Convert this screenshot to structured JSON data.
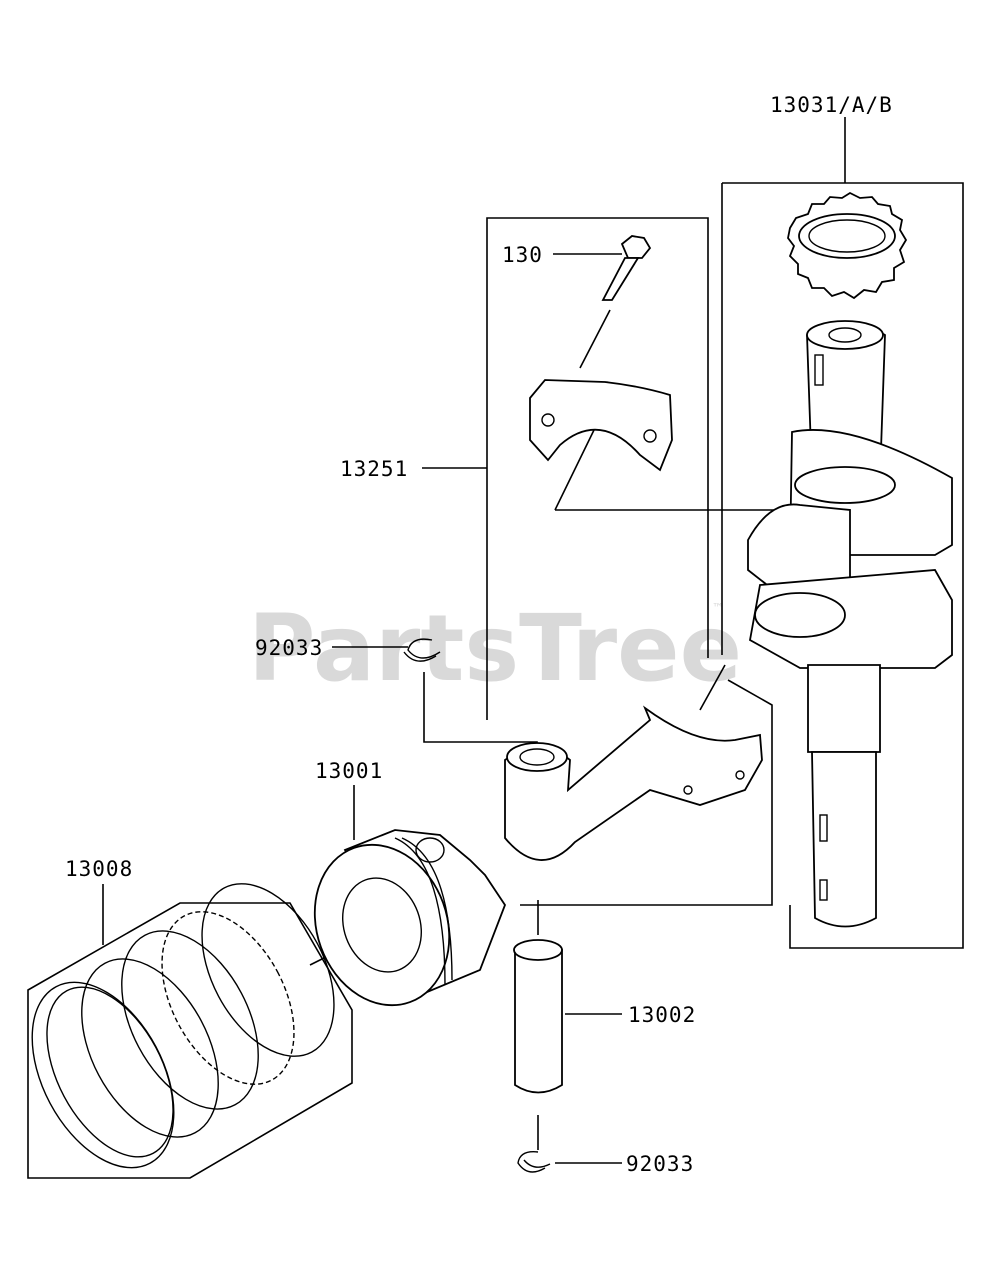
{
  "watermark": {
    "text": "PartsTree",
    "trademark": "™"
  },
  "callouts": {
    "gear": "13031/A/B",
    "bolt": "130",
    "connecting_rod": "13251",
    "clip_top": "92033",
    "piston": "13001",
    "rings": "13008",
    "pin": "13002",
    "clip_bottom": "92033"
  }
}
